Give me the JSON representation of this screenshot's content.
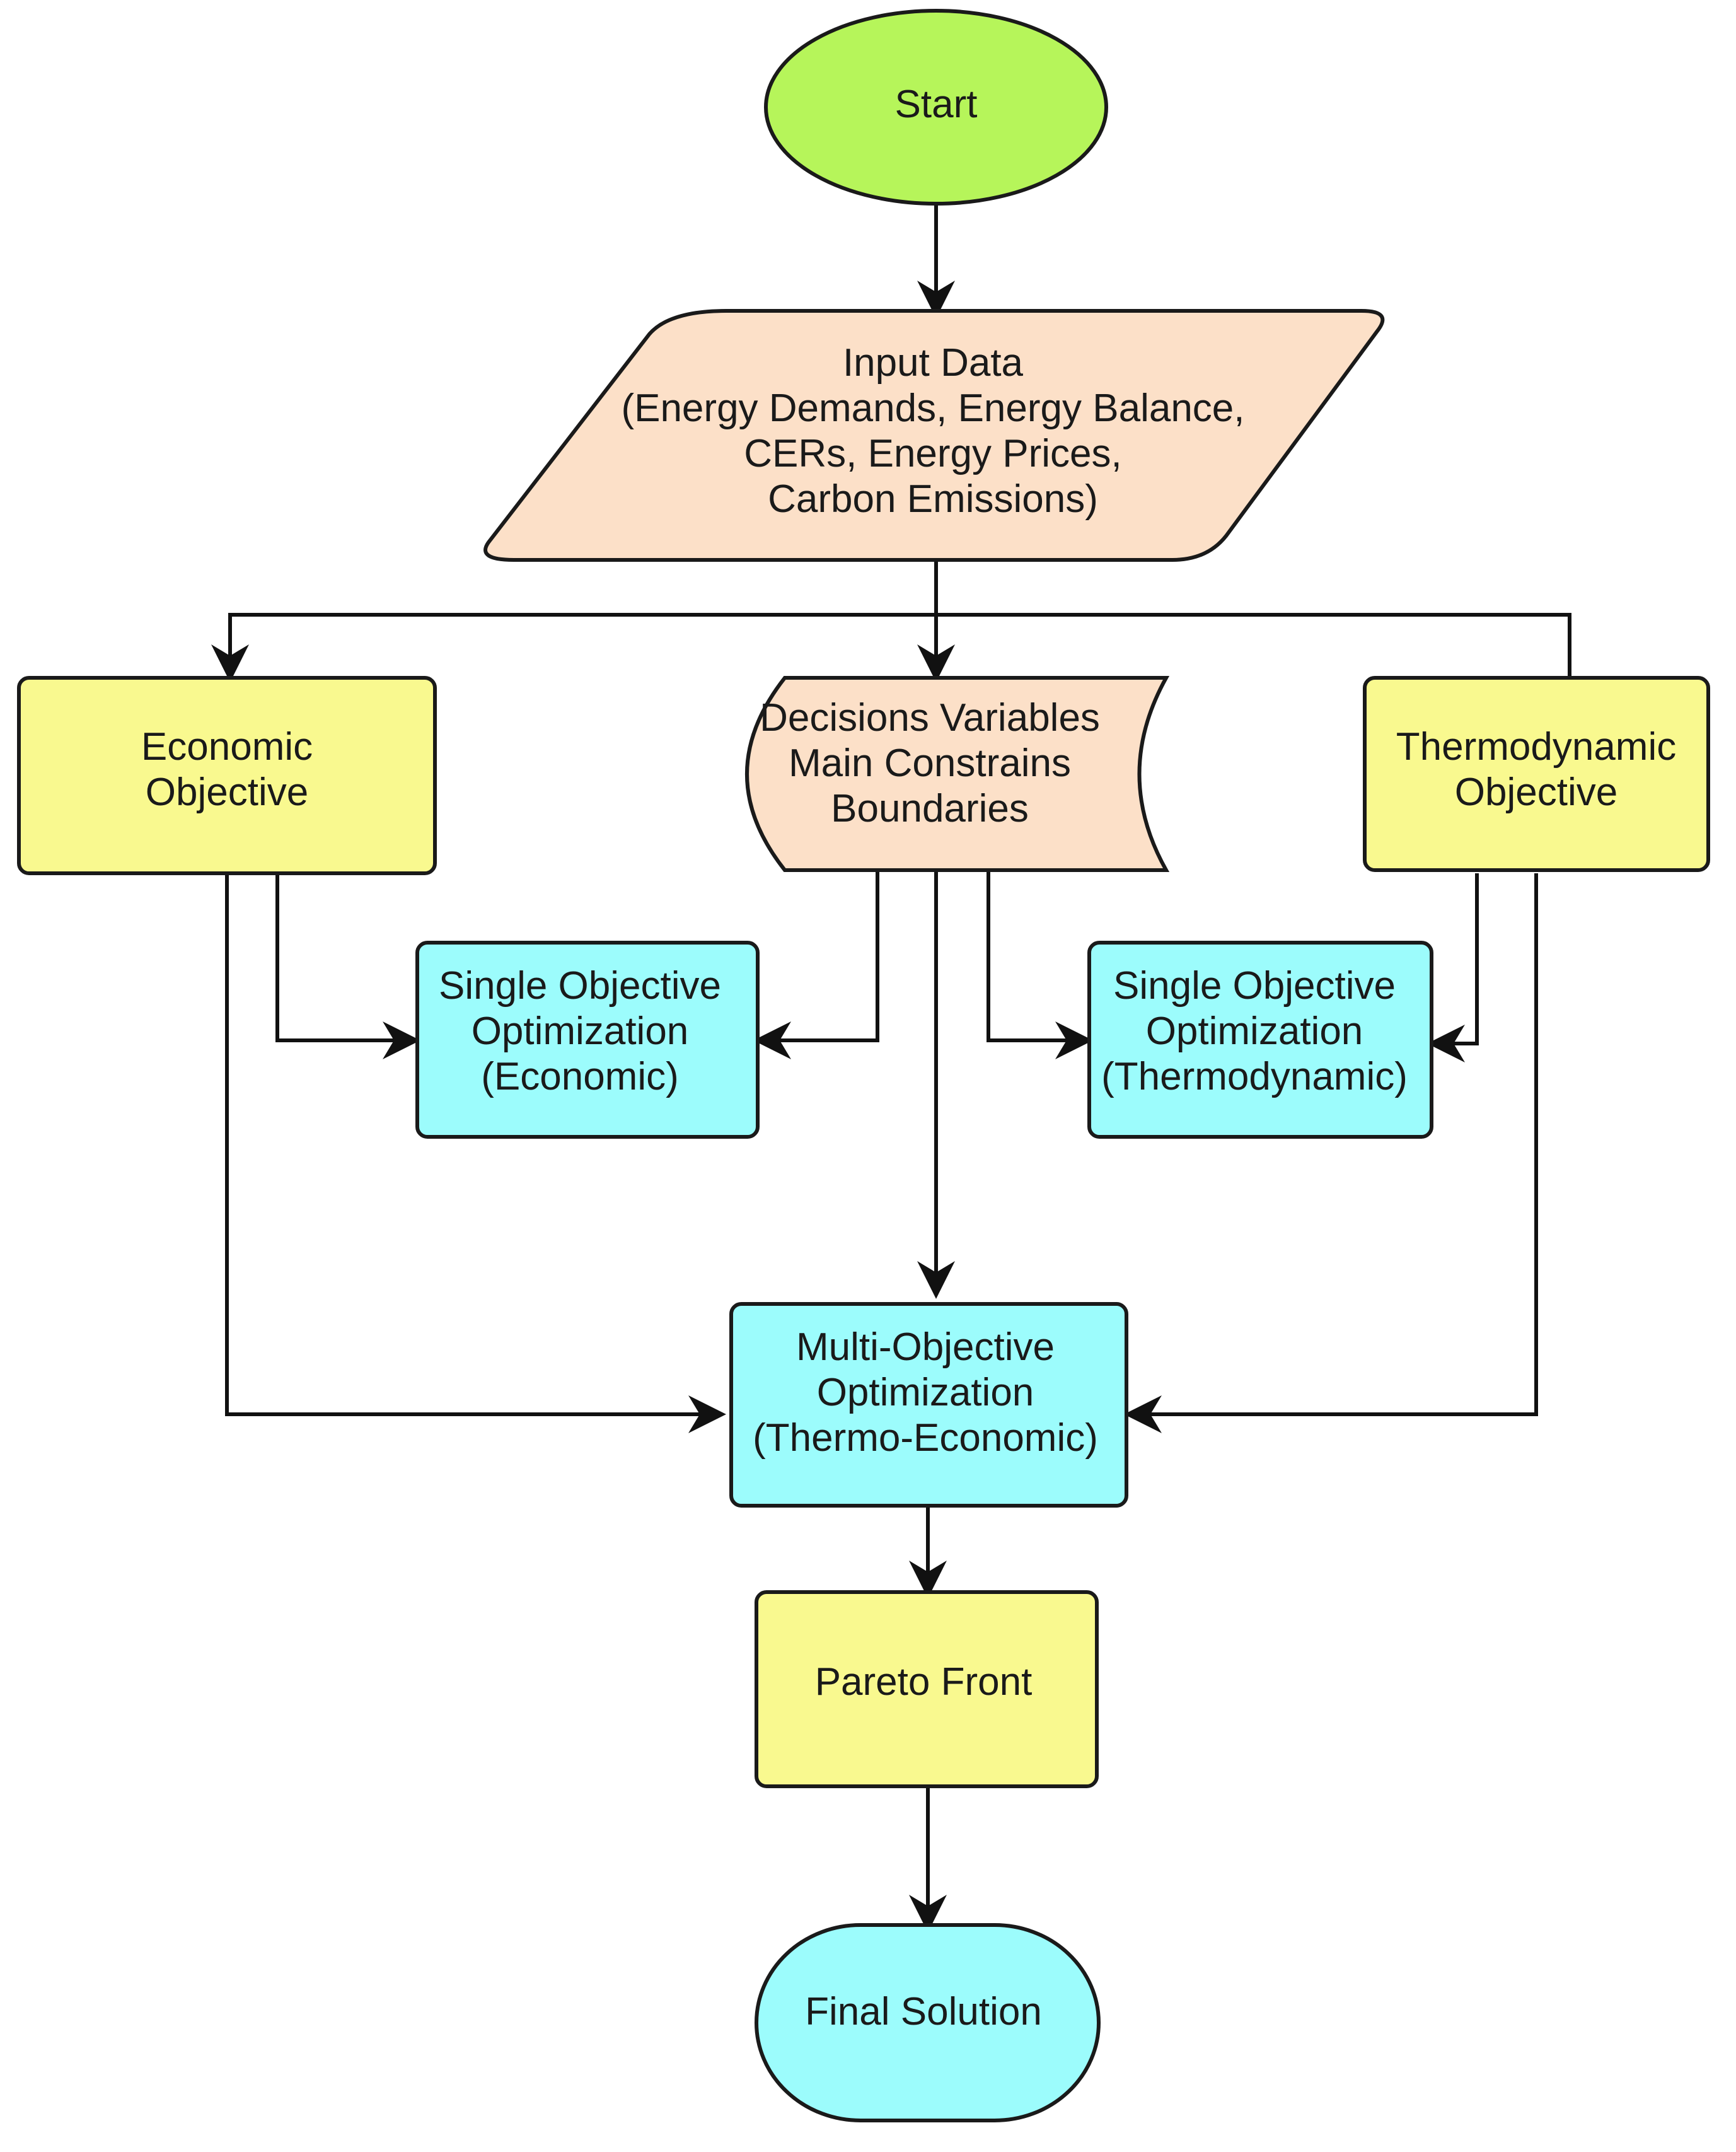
{
  "colors": {
    "green": "#b6f55a",
    "peach": "#fce0c8",
    "yellow": "#f9f98f",
    "cyan": "#9cfcfc",
    "stroke": "#1a1a1a"
  },
  "nodes": {
    "start": {
      "lines": [
        "Start"
      ]
    },
    "input_data": {
      "lines": [
        "Input Data",
        "(Energy Demands, Energy Balance,",
        "CERs, Energy Prices,",
        "Carbon Emissions)"
      ]
    },
    "economic_objective": {
      "lines": [
        "Economic",
        "Objective"
      ]
    },
    "decisions": {
      "lines": [
        "Decisions Variables",
        "Main Constrains",
        "Boundaries"
      ]
    },
    "thermodynamic_objective": {
      "lines": [
        "Thermodynamic",
        "Objective"
      ]
    },
    "single_economic": {
      "lines": [
        "Single Objective",
        "Optimization",
        "(Economic)"
      ]
    },
    "single_thermo": {
      "lines": [
        "Single Objective",
        "Optimization",
        "(Thermodynamic)"
      ]
    },
    "multi_objective": {
      "lines": [
        "Multi-Objective",
        "Optimization",
        "(Thermo-Economic)"
      ]
    },
    "pareto_front": {
      "lines": [
        "Pareto Front"
      ]
    },
    "final_solution": {
      "lines": [
        "Final Solution"
      ]
    }
  }
}
